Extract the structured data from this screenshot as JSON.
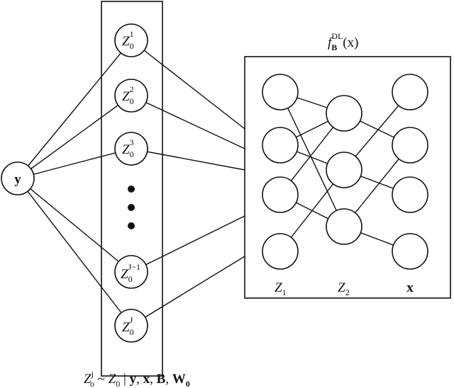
{
  "y_node": {
    "label": "y"
  },
  "z_nodes": [
    {
      "base": "Z",
      "sub": "0",
      "sup": "1"
    },
    {
      "base": "Z",
      "sub": "0",
      "sup": "2"
    },
    {
      "base": "Z",
      "sub": "0",
      "sup": "3"
    },
    {
      "base": "Z",
      "sub": "0",
      "sup": "J−1"
    },
    {
      "base": "Z",
      "sub": "0",
      "sup": "J"
    }
  ],
  "f_label": {
    "f": "f",
    "sub": "B",
    "sup": "DL",
    "arg": "(x)"
  },
  "layer_labels": {
    "z1": {
      "base": "Z",
      "sub": "1"
    },
    "z2": {
      "base": "Z",
      "sub": "2"
    },
    "x": "x"
  },
  "caption": {
    "z": "Z",
    "sup": "j",
    "sub": "o",
    "sim": " ~ ",
    "z0": "Z",
    "z0_sub": "0",
    "rest_1": " | ",
    "y": "y",
    "comma1": ", ",
    "x": "x",
    "comma2": ", ",
    "B": "B",
    "comma3": ", ",
    "W": "W",
    "W_sub": "0"
  }
}
